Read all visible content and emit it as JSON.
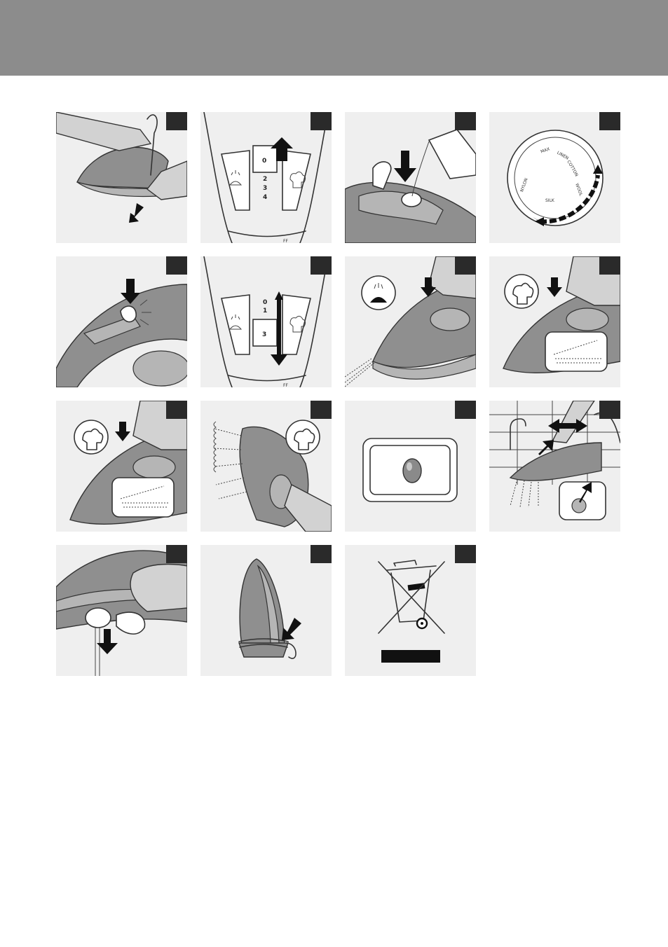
{
  "controls": {
    "steam_levels": [
      "0",
      "1",
      "2",
      "3",
      "4"
    ],
    "selected_level_a": "0",
    "selected_level_b": "3",
    "off_label": "FF"
  },
  "dial_labels": [
    "NYLON",
    "SILK",
    "WOOL",
    "COTTON",
    "LINEN",
    "MAX"
  ],
  "colors": {
    "header": "#8c8c8c",
    "panel": "#efefef",
    "badge": "#2a2a2a"
  },
  "icons": [
    "spray-icon",
    "steam-shot-icon",
    "weee-bin-icon"
  ]
}
